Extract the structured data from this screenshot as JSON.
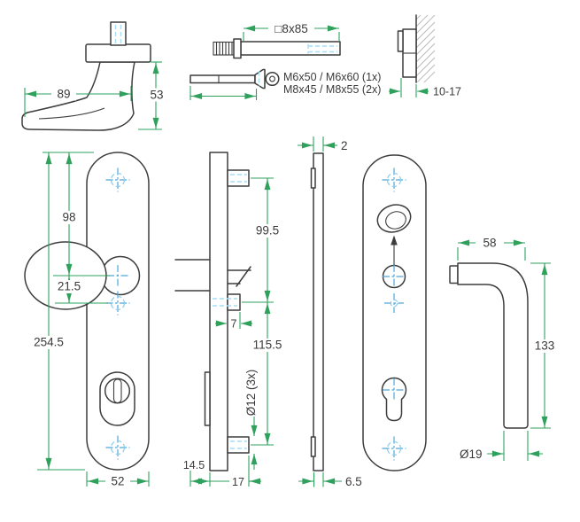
{
  "colors": {
    "outline": "#3d3d3d",
    "dimension_green": "#2fa15c",
    "centerline_blue": "#4fa6d8",
    "thread_blue": "#a9dcf5"
  },
  "views": {
    "handle_side": {
      "dim_width": "89",
      "dim_height": "53"
    },
    "spindle": {
      "dim": "□8x85"
    },
    "screws": {
      "spec_line_1": "M6x50 / M6x60 (1x)",
      "spec_line_2": "M8x45 / M8x55 (2x)"
    },
    "wall_section": {
      "dim_range": "10-17"
    },
    "plate_front": {
      "dim_top_to_spindle": "98",
      "dim_spindle_to_below": "21.5",
      "dim_height": "254.5",
      "dim_width": "52"
    },
    "plate_profile": {
      "dim_upper_spacing": "99.5",
      "dim_boss_length": "7",
      "dim_lower_spacing": "115.5",
      "dim_boss_dia": "Ø12 (3x)",
      "dim_offset": "14.5",
      "dim_depth": "17"
    },
    "cover_profile": {
      "dim_thickness": "2",
      "dim_depth": "6.5"
    },
    "handle_front": {
      "dim_arm": "58",
      "dim_height": "133",
      "dim_dia": "Ø19"
    }
  }
}
